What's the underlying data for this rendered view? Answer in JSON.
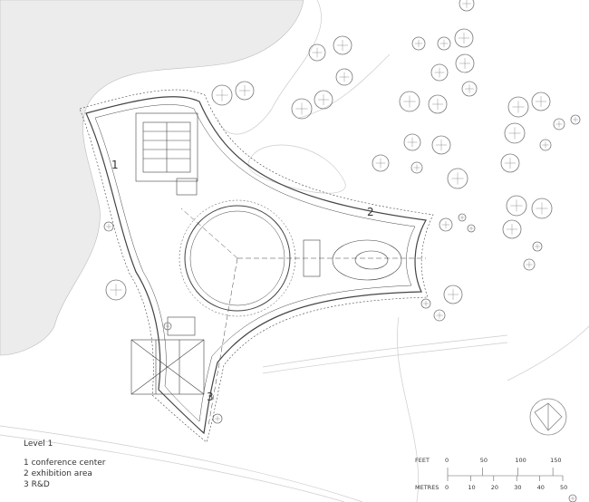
{
  "plan": {
    "level_title": "Level 1",
    "legend": [
      "1 conference center",
      "2 exhibition area",
      "3 R&D"
    ],
    "area_labels": [
      "1",
      "2",
      "3"
    ]
  },
  "scale_bar": {
    "feet_label": "FEET",
    "feet_ticks": [
      "0",
      "50",
      "100",
      "150"
    ],
    "metres_label": "METRES",
    "metres_ticks": [
      "0",
      "10",
      "20",
      "30",
      "40",
      "50"
    ]
  },
  "colors": {
    "water": "#ececec",
    "line": "#555555",
    "text": "#333333"
  }
}
